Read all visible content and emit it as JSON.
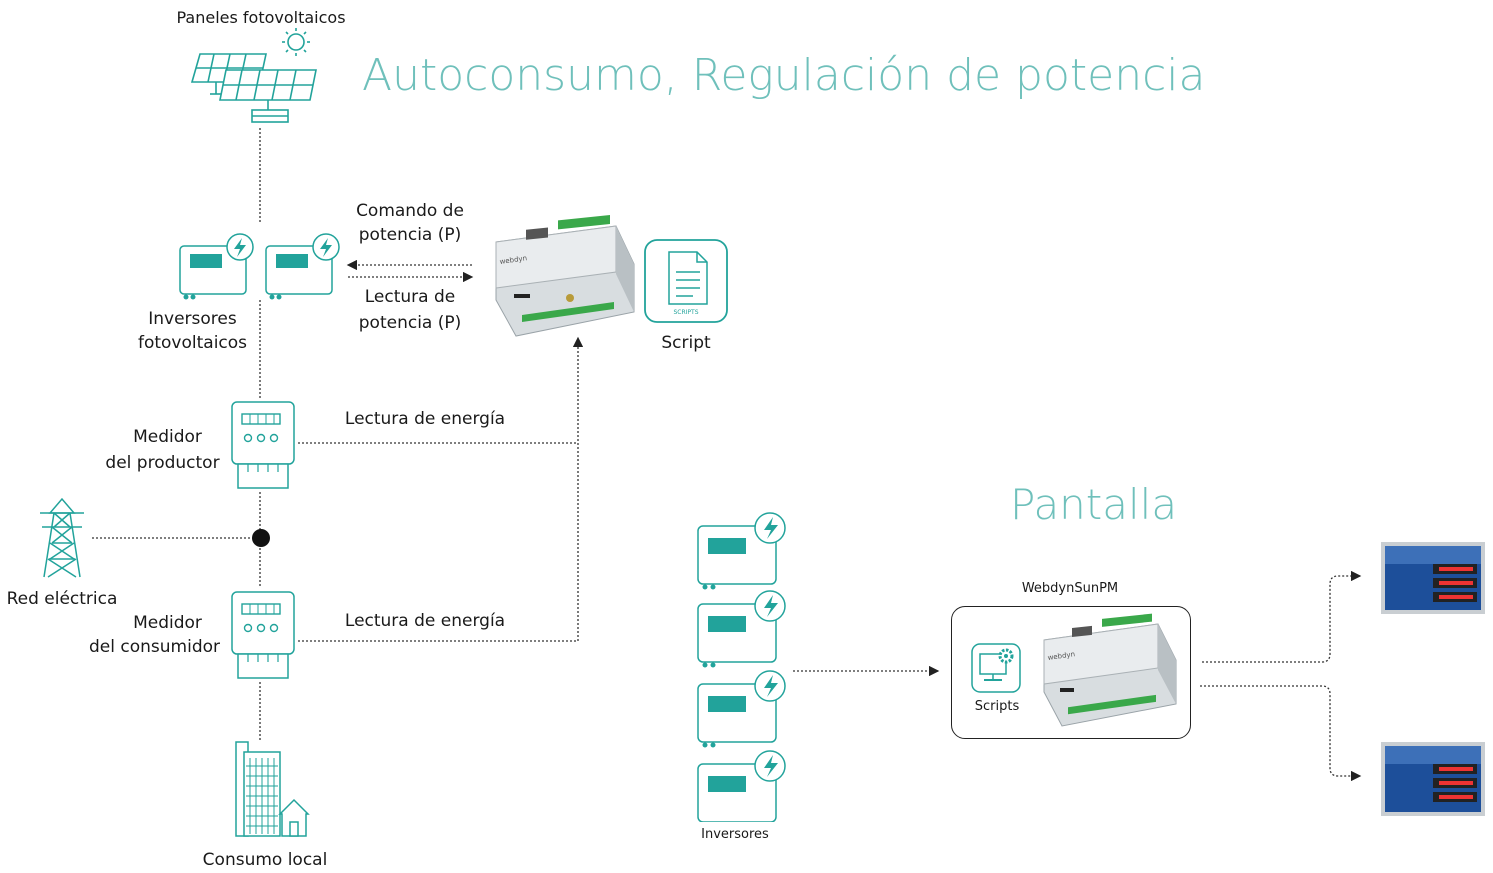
{
  "section1": {
    "title": "Autoconsumo, Regulación de potencia",
    "panels_label": "Paneles fotovoltaicos",
    "command_label_1": "Comando de",
    "command_label_2": "potencia (P)",
    "reading_label_1": "Lectura de",
    "reading_label_2": "potencia (P)",
    "script_label": "Script",
    "script_icon_text": "SCRIPTS",
    "inverters_label_1": "Inversores",
    "inverters_label_2": "fotovoltaicos",
    "producer_meter_label_1": "Medidor",
    "producer_meter_label_2": "del productor",
    "energy_reading_1": "Lectura de energía",
    "grid_label": "Red eléctrica",
    "consumer_meter_label_1": "Medidor",
    "consumer_meter_label_2": "del consumidor",
    "energy_reading_2": "Lectura de energía",
    "local_consumption_label": "Consumo local",
    "device_brand": "webdyn"
  },
  "section2": {
    "title": "Pantalla",
    "device_label": "WebdynSunPM",
    "scripts_label": "Scripts",
    "inverters_label": "Inversores"
  },
  "colors": {
    "teal": "#22a39b",
    "title_teal": "#6fc0bb",
    "line": "#333333",
    "screen_blue": "#1d4f9a"
  },
  "icons": [
    "sun-icon",
    "solar-panel-icon",
    "inverter-icon",
    "meter-icon",
    "pylon-icon",
    "building-icon",
    "house-icon",
    "script-document-icon",
    "computer-gear-icon",
    "gateway-device-image",
    "display-panel-image"
  ]
}
